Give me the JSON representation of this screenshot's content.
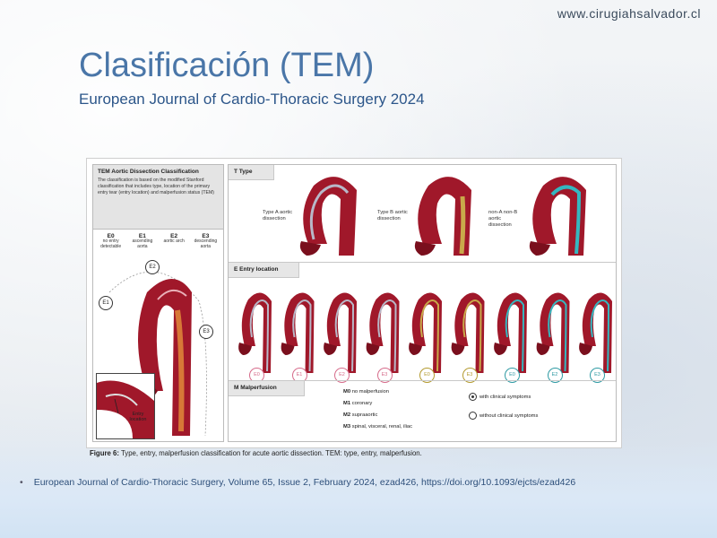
{
  "header": {
    "site_url": "www.cirugiahsalvador.cl",
    "title": "Clasificación (TEM)",
    "subtitle": "European Journal of Cardio-Thoracic Surgery 2024"
  },
  "figure": {
    "left_panel": {
      "title": "TEM Aortic Dissection Classification",
      "description": "The classification is based on the modified Stanford classification that includes type, location of the primary entry tear (entry location) and malperfusion status (TEM)",
      "entry_codes": [
        {
          "code": "E0",
          "desc": "no entry detectable"
        },
        {
          "code": "E1",
          "desc": "ascending aorta"
        },
        {
          "code": "E2",
          "desc": "aortic arch"
        },
        {
          "code": "E3",
          "desc": "descending aorta"
        }
      ],
      "diagram_labels": {
        "e1": "E1",
        "e2": "E2",
        "e3": "E3"
      },
      "inset_label": "Entry location"
    },
    "type_section": {
      "heading": "T   Type",
      "types": [
        {
          "label": "Type A aortic dissection",
          "color": "#b8b8c8"
        },
        {
          "label": "Type B aortic dissection",
          "color": "#c9a94a"
        },
        {
          "label": "non-A non-B aortic dissection",
          "color": "#35b7c0"
        }
      ]
    },
    "entry_section": {
      "heading": "E   Entry location",
      "items": [
        {
          "code": "E0",
          "color": "#d66b8a",
          "false_lumen": "#b8b8c8"
        },
        {
          "code": "E1",
          "color": "#d66b8a",
          "false_lumen": "#b8b8c8"
        },
        {
          "code": "E2",
          "color": "#d66b8a",
          "false_lumen": "#b8b8c8"
        },
        {
          "code": "E3",
          "color": "#d66b8a",
          "false_lumen": "#b8b8c8"
        },
        {
          "code": "E0",
          "color": "#b39a2e",
          "false_lumen": "#c9a94a"
        },
        {
          "code": "E3",
          "color": "#b39a2e",
          "false_lumen": "#c9a94a"
        },
        {
          "code": "E0",
          "color": "#2e9aa3",
          "false_lumen": "#35b7c0"
        },
        {
          "code": "E2",
          "color": "#2e9aa3",
          "false_lumen": "#35b7c0"
        },
        {
          "code": "E3",
          "color": "#2e9aa3",
          "false_lumen": "#35b7c0"
        }
      ]
    },
    "malperfusion_section": {
      "heading": "M   Malperfusion",
      "items": [
        {
          "code": "M0",
          "text": "no malperfusion"
        },
        {
          "code": "M1",
          "text": "coronary"
        },
        {
          "code": "M2",
          "text": "supraaortic"
        },
        {
          "code": "M3",
          "text": "spinal, visceral, renal, iliac"
        }
      ],
      "symptoms": [
        {
          "text": "with clinical symptoms",
          "filled": true
        },
        {
          "text": "without clinical symptoms",
          "filled": false
        }
      ]
    },
    "caption_label": "Figure 6:",
    "caption_text": "Type, entry, malperfusion classification for acute aortic dissection. TEM: type, entry, malperfusion."
  },
  "reference": {
    "bullet": "•",
    "text": "European Journal of Cardio-Thoracic Surgery, Volume 65, Issue 2, February 2024, ezad426, https://doi.org/10.1093/ejcts/ezad426"
  },
  "colors": {
    "title": "#4a76a8",
    "subtitle": "#2c568a",
    "aorta": "#a0182a",
    "aorta_dark": "#7a0f1d"
  }
}
